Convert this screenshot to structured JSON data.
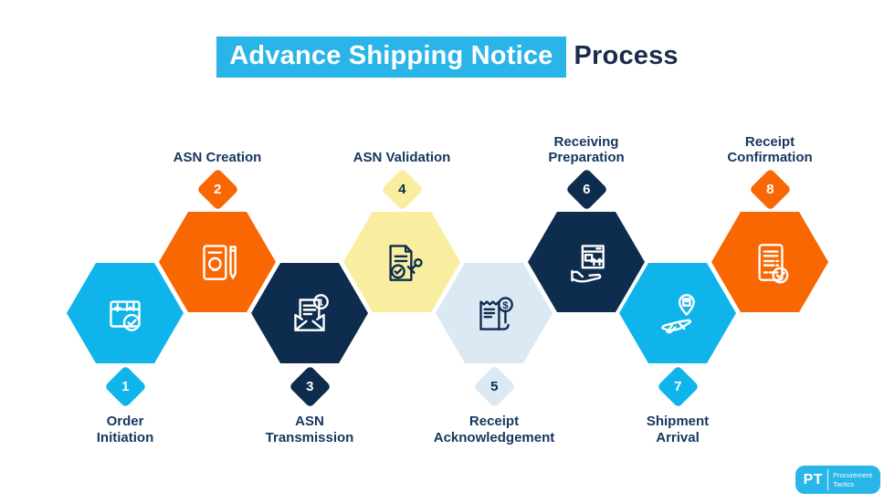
{
  "title": {
    "highlight_text": "Advance Shipping Notice",
    "rest_text": "Process",
    "highlight_bg": "#2AB5E9",
    "highlight_text_color": "#FFFFFF",
    "rest_color": "#1A2B4C"
  },
  "label_color": "#16375F",
  "background": "#FFFFFF",
  "steps": [
    {
      "number": "1",
      "label": "Order\nInitiation",
      "row": "bottom",
      "icon": "package-check-icon",
      "hex_color": "#0FB5EA",
      "badge_color": "#0FB5EA",
      "icon_color": "#FFFFFF",
      "number_color": "#FFFFFF"
    },
    {
      "number": "2",
      "label": "ASN Creation",
      "row": "top",
      "icon": "document-pencil-icon",
      "hex_color": "#F96703",
      "badge_color": "#F96703",
      "icon_color": "#FFFFFF",
      "number_color": "#FFFFFF"
    },
    {
      "number": "3",
      "label": "ASN\nTransmission",
      "row": "bottom",
      "icon": "email-notification-icon",
      "hex_color": "#0E2C4D",
      "badge_color": "#0E2C4D",
      "icon_color": "#FFFFFF",
      "number_color": "#FFFFFF"
    },
    {
      "number": "4",
      "label": "ASN Validation",
      "row": "top",
      "icon": "document-stamp-icon",
      "hex_color": "#F9ED9F",
      "badge_color": "#F9ED9F",
      "icon_color": "#0E2C4D",
      "number_color": "#0E2C4D"
    },
    {
      "number": "5",
      "label": "Receipt\nAcknowledgement",
      "row": "bottom",
      "icon": "receipt-dollar-icon",
      "hex_color": "#DBE9F5",
      "badge_color": "#DBE9F5",
      "icon_color": "#0E2C4D",
      "number_color": "#0E2C4D"
    },
    {
      "number": "6",
      "label": "Receiving\nPreparation",
      "row": "top",
      "icon": "hand-box-icon",
      "hex_color": "#0E2C4D",
      "badge_color": "#0E2C4D",
      "icon_color": "#FFFFFF",
      "number_color": "#FFFFFF"
    },
    {
      "number": "7",
      "label": "Shipment\nArrival",
      "row": "bottom",
      "icon": "plane-package-icon",
      "hex_color": "#0FB5EA",
      "badge_color": "#0FB5EA",
      "icon_color": "#FFFFFF",
      "number_color": "#FFFFFF"
    },
    {
      "number": "8",
      "label": "Receipt\nConfirmation",
      "row": "top",
      "icon": "receipt-check-icon",
      "hex_color": "#F96703",
      "badge_color": "#F96703",
      "icon_color": "#FFFFFF",
      "number_color": "#FFFFFF"
    }
  ],
  "logo": {
    "abbr": "PT",
    "name_line1": "Procurement",
    "name_line2": "Tactics",
    "bg_color": "#29B6E9",
    "text_color": "#FFFFFF"
  }
}
